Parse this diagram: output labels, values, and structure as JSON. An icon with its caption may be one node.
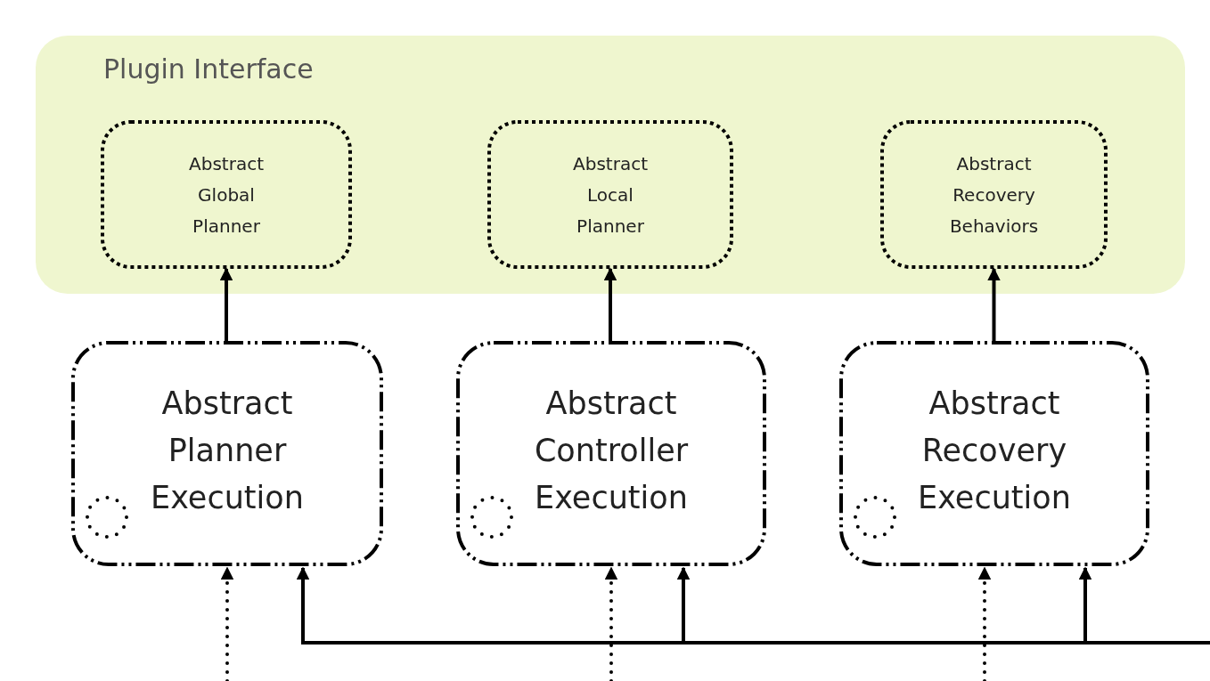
{
  "diagram": {
    "nodes": [
      {
        "text": [
          "Plugin Interface"
        ]
      },
      {
        "text": [
          "Abstract Global Planner"
        ],
        "in": 0
      },
      {
        "text": [
          "Abstract Local Planner"
        ],
        "in": 0
      },
      {
        "text": [
          "Abstract Recovery Behaviors"
        ],
        "in": 0
      },
      {
        "text": [
          "Abstract Planner Execution"
        ]
      },
      {
        "text": [
          "Abstract Controller Execution"
        ]
      },
      {
        "text": [
          "Abstract Recovery Execution"
        ]
      }
    ],
    "edges": [
      {
        "from": 4,
        "to": 1,
        "arrow": "to"
      },
      {
        "from": 5,
        "to": 2,
        "arrow": "to"
      },
      {
        "from": 6,
        "to": 3,
        "arrow": "to"
      },
      {
        "from": null,
        "to": 4,
        "arrow": "to",
        "style": "dashed"
      },
      {
        "from": null,
        "to": 4,
        "arrow": "to"
      },
      {
        "from": null,
        "to": 5,
        "arrow": "to",
        "style": "dashed"
      },
      {
        "from": null,
        "to": 5,
        "arrow": "to"
      },
      {
        "from": null,
        "to": 6,
        "arrow": "to",
        "style": "dashed"
      },
      {
        "from": null,
        "to": 6,
        "arrow": "to"
      }
    ]
  }
}
